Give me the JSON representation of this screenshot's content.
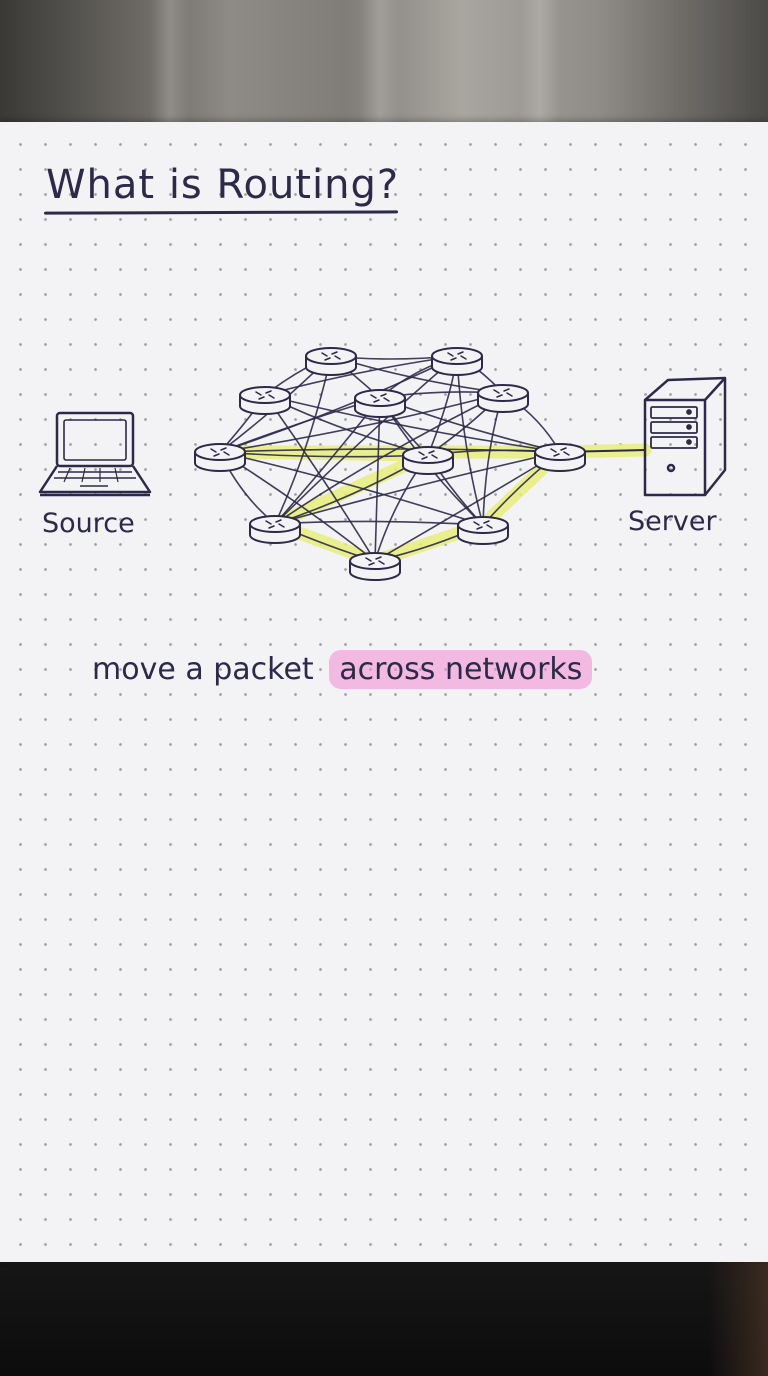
{
  "title": "What is Routing?",
  "labels": {
    "source": "Source",
    "server": "Server"
  },
  "caption": {
    "plain": "move a packet",
    "highlighted": "across networks"
  },
  "icons": {
    "source": "laptop-icon",
    "server": "server-tower-icon",
    "node": "router-icon"
  },
  "colors": {
    "ink": "#2c2a48",
    "route_highlight": "#e6ee7a",
    "text_highlight": "#f08cd2",
    "paper": "#f3f2f5"
  },
  "network": {
    "routers": [
      {
        "id": "r1"
      },
      {
        "id": "r2"
      },
      {
        "id": "r3"
      },
      {
        "id": "r4"
      },
      {
        "id": "r5"
      },
      {
        "id": "r6"
      },
      {
        "id": "r7"
      },
      {
        "id": "r8"
      },
      {
        "id": "r9"
      },
      {
        "id": "r10"
      },
      {
        "id": "r11"
      }
    ],
    "links": [
      [
        "r1",
        "r2"
      ],
      [
        "r2",
        "r3"
      ],
      [
        "r1",
        "r4"
      ],
      [
        "r4",
        "r5"
      ],
      [
        "r4",
        "r7"
      ],
      [
        "r4",
        "r6"
      ],
      [
        "r1",
        "r5"
      ],
      [
        "r2",
        "r5"
      ],
      [
        "r5",
        "r6"
      ],
      [
        "r5",
        "r9"
      ],
      [
        "r5",
        "r7"
      ],
      [
        "r3",
        "r6"
      ],
      [
        "r3",
        "r8"
      ],
      [
        "r1",
        "r3"
      ],
      [
        "r2",
        "r6"
      ],
      [
        "r2",
        "r4"
      ],
      [
        "r6",
        "r7"
      ],
      [
        "r6",
        "r8"
      ],
      [
        "r6",
        "r9"
      ],
      [
        "r6",
        "r11"
      ],
      [
        "r7",
        "r9"
      ],
      [
        "r7",
        "r10"
      ],
      [
        "r7",
        "r11"
      ],
      [
        "r8",
        "r9"
      ],
      [
        "r8",
        "r10"
      ],
      [
        "r8",
        "r11"
      ],
      [
        "r9",
        "r10"
      ],
      [
        "r9",
        "r11"
      ],
      [
        "r10",
        "r11"
      ],
      [
        "r4",
        "r9"
      ],
      [
        "r4",
        "r11"
      ],
      [
        "r2",
        "r9"
      ],
      [
        "r3",
        "r10"
      ],
      [
        "r5",
        "r11"
      ],
      [
        "r1",
        "r6"
      ],
      [
        "r2",
        "r7"
      ],
      [
        "r3",
        "r7"
      ],
      [
        "r4",
        "r10"
      ],
      [
        "r1",
        "r9"
      ],
      [
        "r7",
        "r8"
      ],
      [
        "r4",
        "r8"
      ],
      [
        "r5",
        "r8"
      ],
      [
        "r2",
        "r11"
      ],
      [
        "r6",
        "r10"
      ]
    ],
    "route": [
      "r9",
      "r7",
      "r6",
      "r8",
      "server"
    ],
    "route_alt": [
      "r9",
      "r10",
      "r11",
      "r8"
    ]
  }
}
